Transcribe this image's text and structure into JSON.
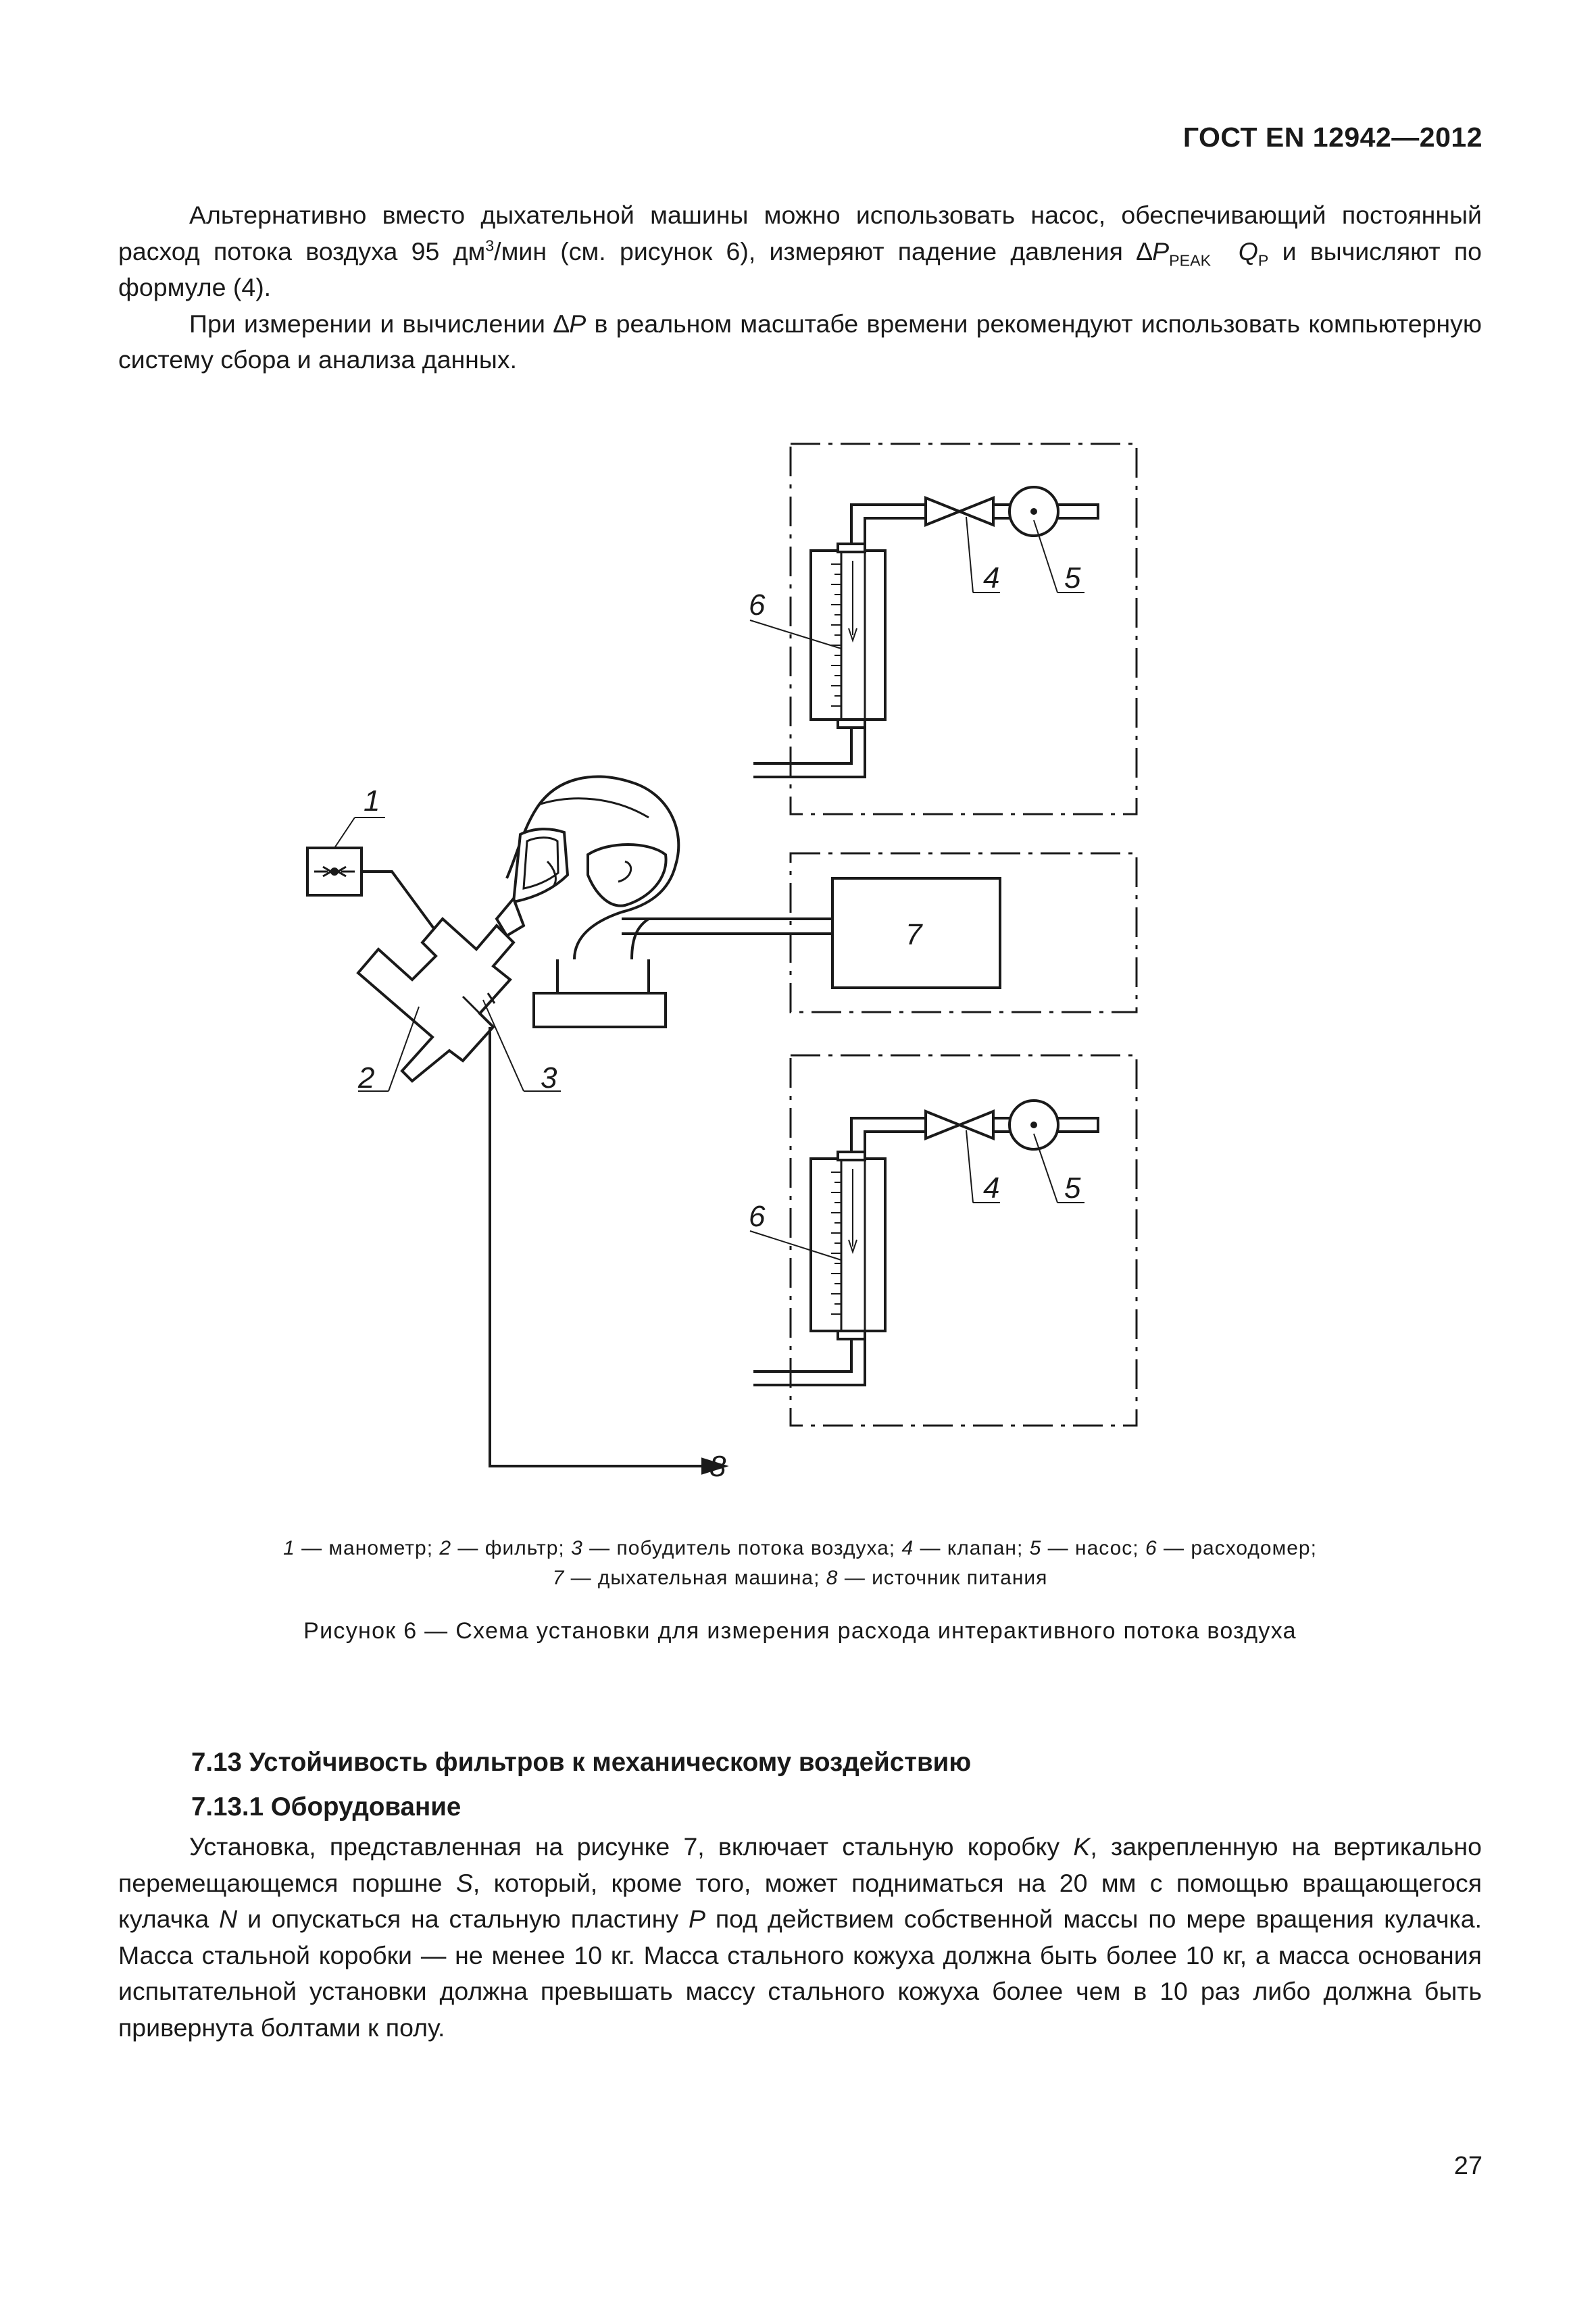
{
  "header": {
    "standard": "ГОСТ EN 12942—2012"
  },
  "intro": {
    "p1_a": "Альтернативно вместо дыхательной машины можно использовать насос, обеспечивающий постоянный расход потока воздуха 95 дм",
    "p1_sup": "3",
    "p1_b": "/мин (см. рисунок 6), измеряют падение давления ",
    "p1_delta": "∆",
    "p1_P": "P",
    "p1_sub_peak": "PEAK",
    "p1_Q": "Q",
    "p1_sub_p": "P",
    "p1_c": " и вычисляют по формуле (4).",
    "p2_a": "При измерении и вычислении ",
    "p2_delta": "∆",
    "p2_P": "P",
    "p2_b": " в реальном масштабе времени рекомендуют использовать компьютерную систему сбора и анализа данных."
  },
  "figure": {
    "labels": {
      "manometer": "1",
      "filter": "2",
      "blower": "3",
      "valve_top": "4",
      "pump_top": "5",
      "flowmeter_top": "6",
      "breathing_machine": "7",
      "power_source": "8",
      "valve_bottom": "4",
      "pump_bottom": "5",
      "flowmeter_bottom": "6"
    },
    "legend_line1": [
      {
        "n": "1",
        "t": " — манометр; "
      },
      {
        "n": "2",
        "t": " — фильтр; "
      },
      {
        "n": "3",
        "t": " — побудитель потока воздуха; "
      },
      {
        "n": "4",
        "t": " — клапан; "
      },
      {
        "n": "5",
        "t": " — насос; "
      },
      {
        "n": "6",
        "t": " — расходомер;"
      }
    ],
    "legend_line2": [
      {
        "n": "7",
        "t": " — дыхательная машина; "
      },
      {
        "n": "8",
        "t": " — источник питания"
      }
    ],
    "caption": "Рисунок 6 — Схема установки для измерения расхода интерактивного потока воздуха"
  },
  "section": {
    "heading": "7.13 Устойчивость фильтров к механическому воздействию",
    "subheading": "7.13.1 Оборудование",
    "body_1": "Установка, представленная на рисунке 7, включает стальную коробку ",
    "K": "K",
    "body_2": ", закрепленную на вертикально перемещающемся поршне ",
    "S": "S",
    "body_3": ", который, кроме того, может подниматься на 20 мм с помощью вращающегося кулачка ",
    "N": "N",
    "body_4": " и опускаться на стальную пластину ",
    "P": "P",
    "body_5": " под действием собственной массы по мере вращения кулачка. Масса стальной коробки — не менее 10 кг. Масса стального кожуха должна быть более 10 кг, а масса основания испытательной установки должна превышать массу стального кожуха более чем в 10 раз либо должна быть привернута болтами к полу."
  },
  "page_number": "27"
}
